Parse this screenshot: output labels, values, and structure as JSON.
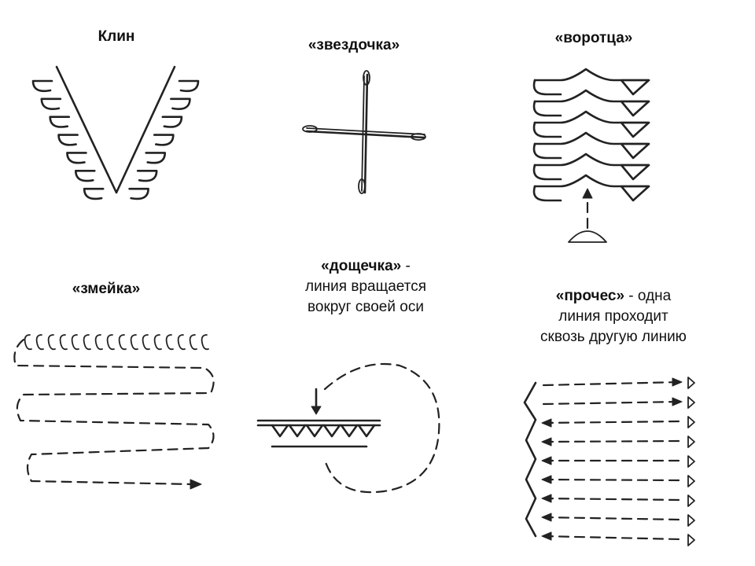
{
  "captions": {
    "klin": {
      "title": "Клин"
    },
    "zvezdochka": {
      "title": "«звездочка»"
    },
    "vorottsa": {
      "title": "«воротца»"
    },
    "zmeyka": {
      "title": "«змейка»"
    },
    "doshchechka": {
      "title": "«дощечка»",
      "rest": " -",
      "line2": "линия вращается",
      "line3": "вокруг своей оси"
    },
    "proches": {
      "title": "«прочес»",
      "rest": " - одна",
      "line2": "линия проходит",
      "line3": "сквозь другую линию"
    }
  }
}
